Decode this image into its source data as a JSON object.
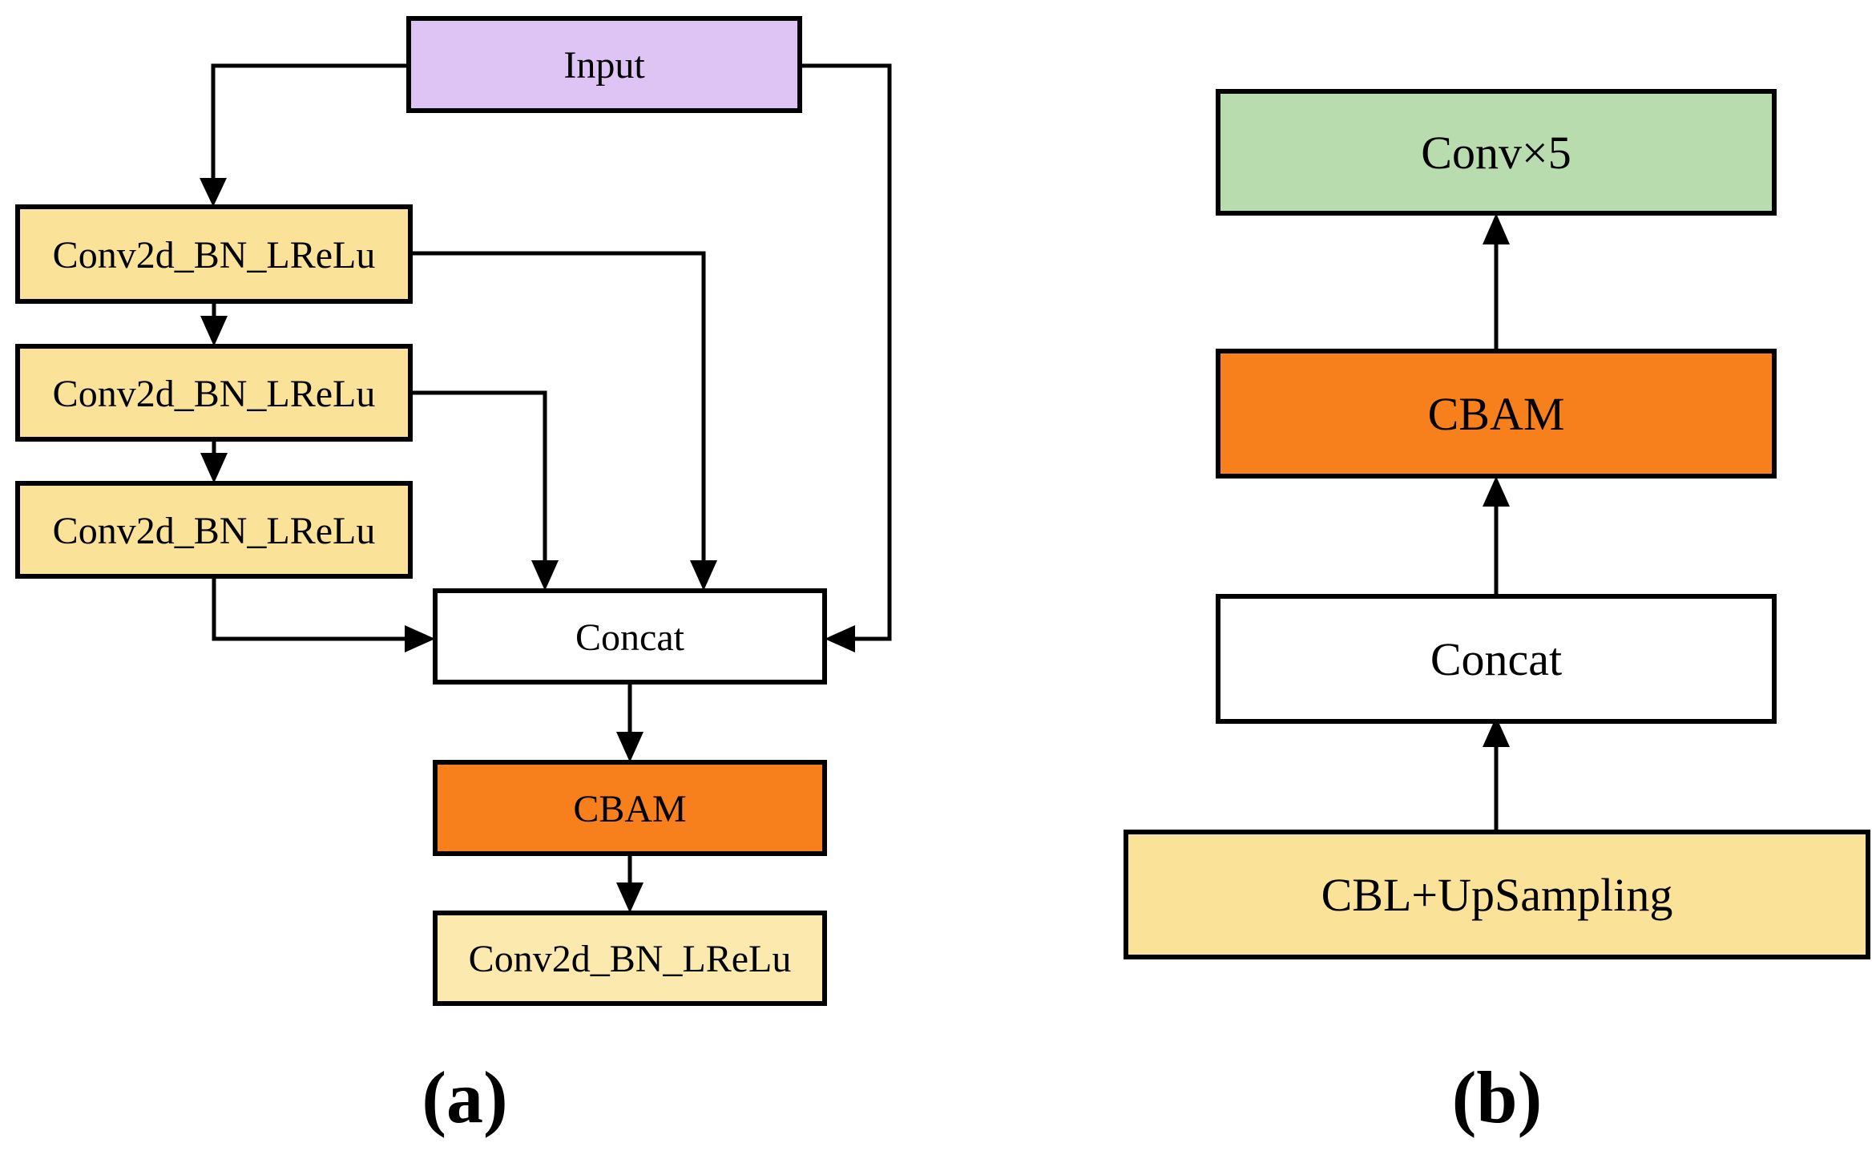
{
  "colors": {
    "input_fill": "#ddc4f5",
    "conv_fill": "#fae298",
    "conv_light_fill": "#fce9ad",
    "concat_fill": "#ffffff",
    "cbam_fill": "#f7801c",
    "conv5_fill": "#b9dcae",
    "line": "#000000"
  },
  "panel_a": {
    "caption": "(a)",
    "nodes": {
      "input": {
        "label": "Input"
      },
      "conv1": {
        "label": "Conv2d_BN_LReLu"
      },
      "conv2": {
        "label": "Conv2d_BN_LReLu"
      },
      "conv3": {
        "label": "Conv2d_BN_LReLu"
      },
      "concat": {
        "label": "Concat"
      },
      "cbam": {
        "label": "CBAM"
      },
      "conv4": {
        "label": "Conv2d_BN_LReLu"
      }
    }
  },
  "panel_b": {
    "caption": "(b)",
    "nodes": {
      "conv5": {
        "label": "Conv×5"
      },
      "cbam": {
        "label": "CBAM"
      },
      "concat": {
        "label": "Concat"
      },
      "cbl": {
        "label": "CBL+UpSampling"
      }
    }
  }
}
